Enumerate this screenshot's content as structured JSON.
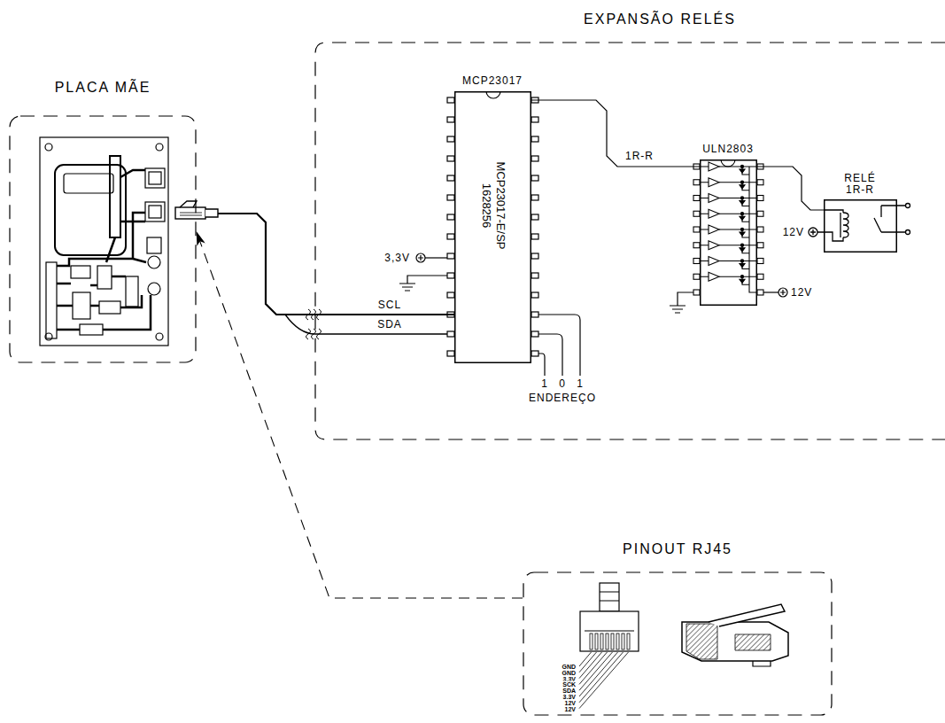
{
  "diagram": {
    "nodes": [
      {
        "text": [
          "PLACA MÃE"
        ]
      },
      {
        "text": [
          "EXPANSÃO RELÉS"
        ]
      },
      {
        "text": [
          "MCP23017",
          "MCP23017-E/SP 1628256"
        ],
        "in": 1
      },
      {
        "text": [
          "ULN2803"
        ],
        "in": 1
      },
      {
        "text": [
          "RELÉ 1R-R"
        ],
        "in": 1
      },
      {
        "text": [
          "PINOUT RJ45"
        ]
      }
    ],
    "edges": [
      {
        "from": 0,
        "to": 2,
        "arrow": "none"
      },
      {
        "from": 2,
        "to": 3,
        "label": "1R-R",
        "arrow": "none"
      },
      {
        "from": 3,
        "to": 4,
        "arrow": "none"
      },
      {
        "from": 5,
        "to": 0,
        "arrow": "to"
      }
    ],
    "labels": [
      "3,3V",
      "SCL",
      "SDA",
      "1",
      "0",
      "1",
      "ENDEREÇO",
      "12V",
      "12V",
      "GND",
      "GND",
      "3.3V",
      "SCK",
      "SDA",
      "3.3V",
      "12V",
      "12V"
    ]
  }
}
